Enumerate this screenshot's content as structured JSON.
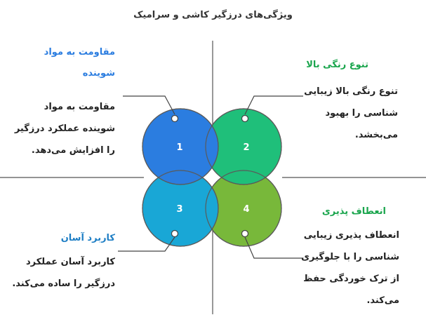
{
  "title": "ویژگی‌های درزگیر کاشی و سرامیک",
  "colors": {
    "q1": "#2b7de0",
    "q2": "#1fbf7a",
    "q3": "#19a7d6",
    "q4": "#78b83a",
    "title_q1": "#2b7de0",
    "title_q2": "#1aa54d",
    "title_q3": "#1f7fc5",
    "title_q4": "#1aa54d",
    "lines": "#555555"
  },
  "quadrants": [
    {
      "number": "1",
      "title_lines": [
        "مقاومت به مواد",
        "شوینده"
      ],
      "body_lines": [
        "مقاومت به مواد",
        "شوینده عملکرد درزگیر",
        ".را افزایش می‌دهد"
      ]
    },
    {
      "number": "2",
      "title_lines": [
        "تنوع رنگی بالا"
      ],
      "body_lines": [
        "تنوع رنگی بالا زیبایی",
        "شناسی را بهبود",
        ".می‌بخشد"
      ]
    },
    {
      "number": "3",
      "title_lines": [
        "کاربرد آسان"
      ],
      "body_lines": [
        "کاربرد آسان عملکرد",
        ".درزگیر را ساده می‌کند"
      ]
    },
    {
      "number": "4",
      "title_lines": [
        "انعطاف پذیری"
      ],
      "body_lines": [
        "انعطاف پذیری زیبایی",
        "شناسی را با جلوگیری",
        "از ترک خوردگی حفظ",
        ".می‌کند"
      ]
    }
  ]
}
